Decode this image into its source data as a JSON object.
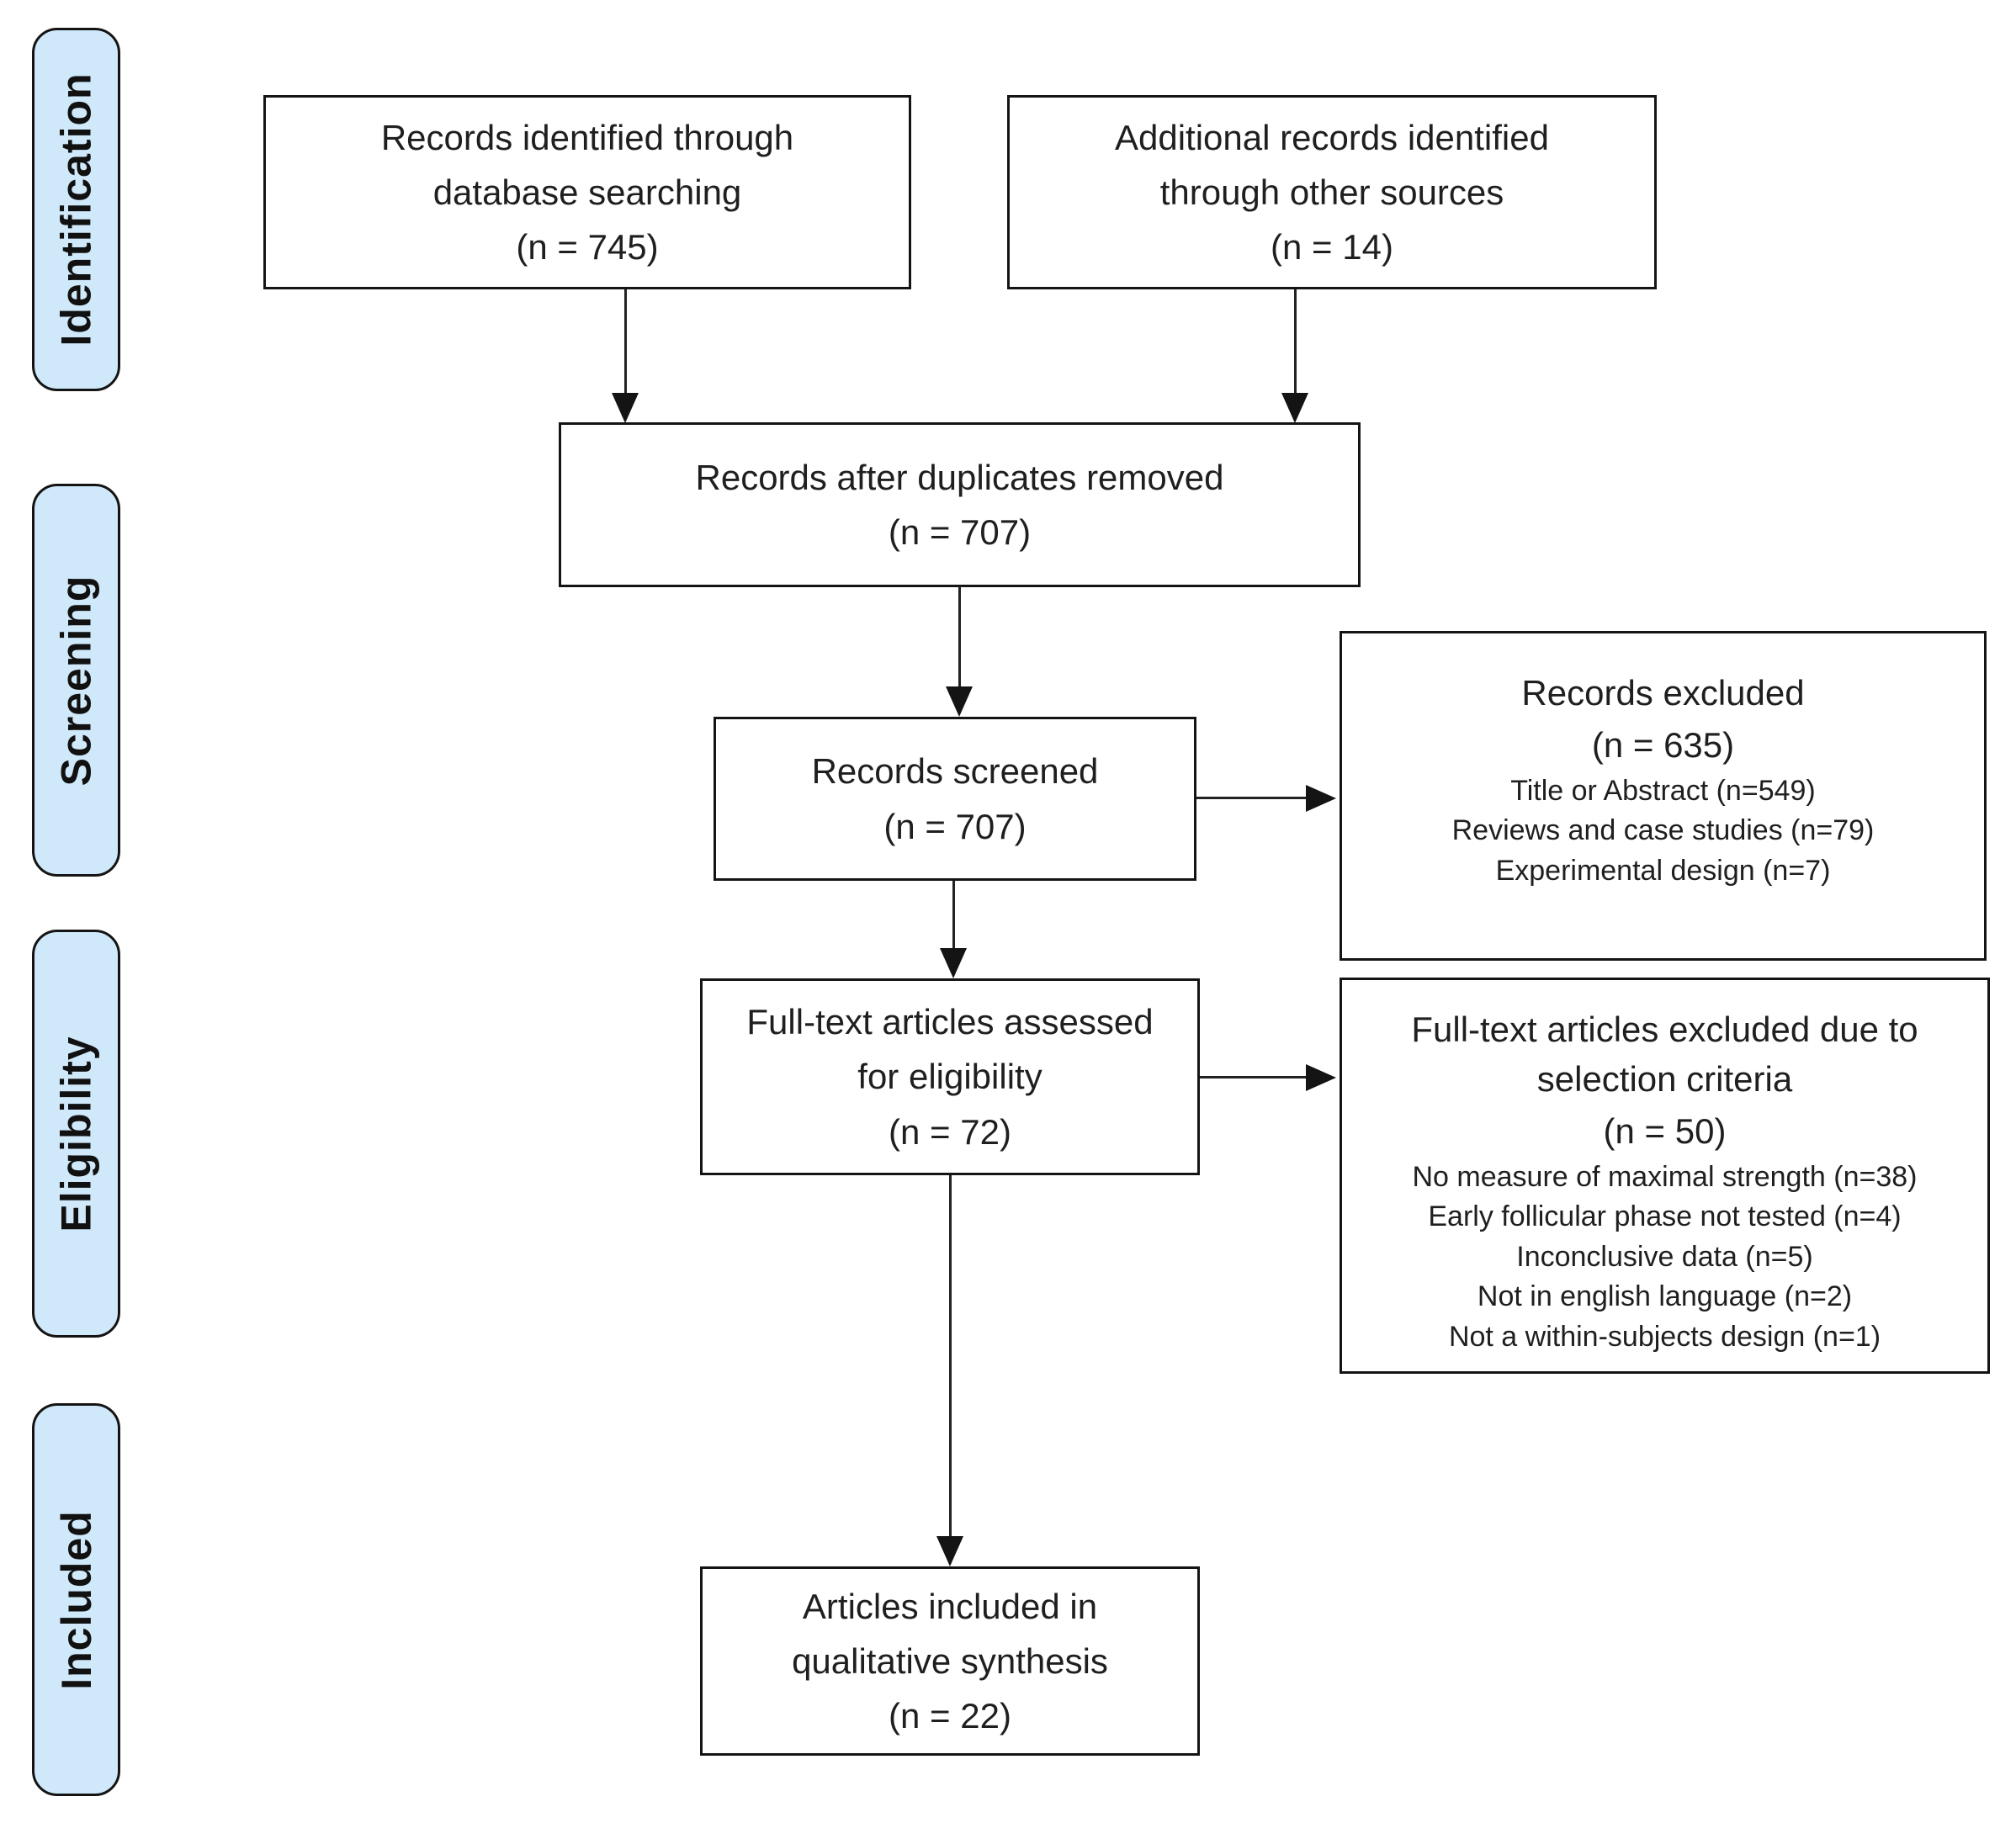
{
  "figure": {
    "type": "prisma-flow-diagram",
    "background": "#ffffff"
  },
  "colors": {
    "stage_fill": "#cfe8fa",
    "box_border": "#141414",
    "arrow": "#222222",
    "text": "#1f1f1f"
  },
  "sidebar": {
    "items": [
      {
        "label": "Identification"
      },
      {
        "label": "Screening"
      },
      {
        "label": "Eligibility"
      },
      {
        "label": "Included"
      }
    ]
  },
  "boxes": {
    "records_identified": {
      "text": "Records identified through\ndatabase searching\n(n = 745)"
    },
    "additional_records": {
      "text": "Additional records identified\nthrough other sources\n(n = 14)"
    },
    "duplicates_removed": {
      "text": "Records after duplicates removed\n(n = 707)"
    },
    "records_screened": {
      "text": "Records screened\n(n = 707)"
    },
    "records_excluded": {
      "title": "Records excluded",
      "count": "(n = 635)",
      "details": [
        "Title or Abstract (n=549)",
        "Reviews and case studies (n=79)",
        "Experimental design (n=7)"
      ]
    },
    "fulltext_assessed": {
      "text": "Full-text articles assessed\nfor eligibility\n(n = 72)"
    },
    "fulltext_excluded": {
      "title": "Full-text articles excluded due to\nselection criteria",
      "count": "(n = 50)",
      "details": [
        "No measure of maximal strength (n=38)",
        "Early follicular phase not tested  (n=4)",
        "Inconclusive data (n=5)",
        "Not in english language (n=2)",
        "Not a within-subjects design (n=1)"
      ]
    },
    "articles_included": {
      "text": "Articles included in\nqualitative synthesis\n(n = 22)"
    }
  }
}
